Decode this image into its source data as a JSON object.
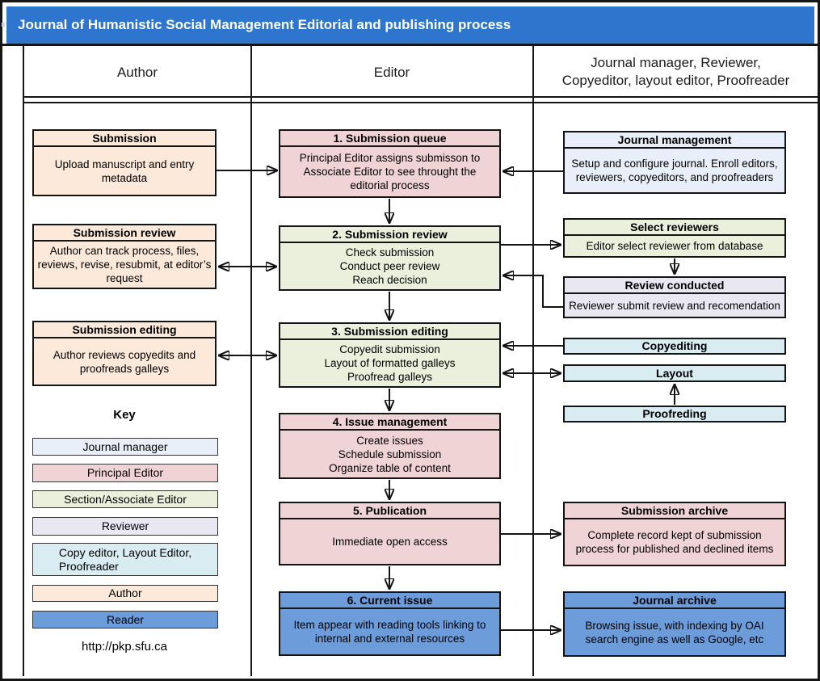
{
  "title": "Journal of Humanistic Social Management Editorial and publishing process",
  "columns": {
    "author": "Author",
    "editor": "Editor",
    "others": "Journal manager, Reviewer,\nCopyeditor, layout editor, Proofreader"
  },
  "author_column": {
    "boxes": [
      {
        "title": "Submission",
        "body": "Upload manuscript and entry metadata"
      },
      {
        "title": "Submission review",
        "body": "Author can track process, files, reviews, revise, resubmit, at editor’s request"
      },
      {
        "title": "Submission editing",
        "body": "Author reviews copyedits and proofreads galleys"
      }
    ],
    "key": {
      "heading": "Key",
      "items": [
        {
          "label": "Journal manager",
          "color_key": "bluegray"
        },
        {
          "label": "Principal Editor",
          "color_key": "pink"
        },
        {
          "label": "Section/Associate Editor",
          "color_key": "green"
        },
        {
          "label": "Reviewer",
          "color_key": "lavender"
        },
        {
          "label": "Copy editor, Layout Editor,\nProofreader",
          "color_key": "cyan"
        },
        {
          "label": "Author",
          "color_key": "peach"
        },
        {
          "label": "Reader",
          "color_key": "blue"
        }
      ]
    },
    "link": "http://pkp.sfu.ca"
  },
  "editor_column": {
    "steps": [
      {
        "title": "1. Submission queue",
        "body": "Principal Editor assigns submisson to Associate Editor to see throught the editorial process"
      },
      {
        "title": "2. Submission review",
        "body": "Check submission\nConduct peer review\nReach decision"
      },
      {
        "title": "3. Submission editing",
        "body": "Copyedit submission\nLayout of formatted galleys\nProofread galleys"
      },
      {
        "title": "4. Issue management",
        "body": "Create issues\nSchedule submission\nOrganize table of content"
      },
      {
        "title": "5. Publication",
        "body": "Immediate open access"
      },
      {
        "title": "6. Current issue",
        "body": "Item appear with reading tools linking to internal and external resources"
      }
    ]
  },
  "right_column": {
    "boxes": [
      {
        "title": "Journal management",
        "body": "Setup and configure journal. Enroll editors, reviewers, copyeditors, and proofreaders"
      },
      {
        "title": "Select reviewers",
        "body": "Editor select reviewer from database"
      },
      {
        "title": "Review conducted",
        "body": "Reviewer submit review and recomendation"
      },
      {
        "title": "Copyediting"
      },
      {
        "title": "Layout"
      },
      {
        "title": "Proofreding"
      },
      {
        "title": "Submission archive",
        "body": "Complete record kept of submission process for published and declined items"
      },
      {
        "title": "Journal archive",
        "body": "Browsing issue, with indexing by OAI search engine as well as Google, etc"
      }
    ]
  },
  "colors": {
    "title_bar": "#2E75CE",
    "peach": "#FCE9D9",
    "pink": "#F0D3D5",
    "green": "#EBF0DC",
    "bluegray": "#E9EFF8",
    "lavender": "#E9E7F1",
    "cyan": "#D8ECF2",
    "blue": "#6D9CDB"
  }
}
